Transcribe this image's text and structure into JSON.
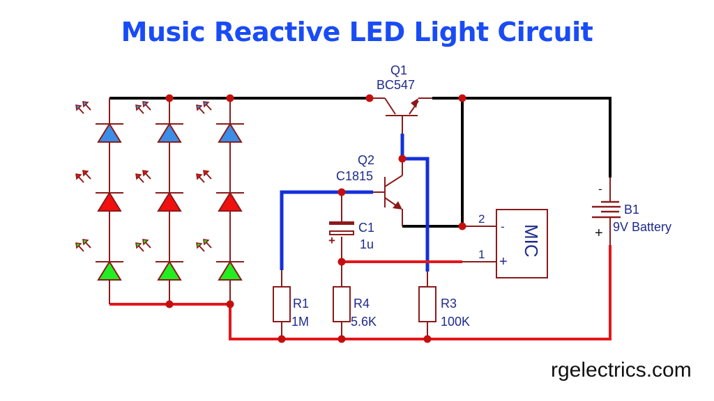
{
  "title": "Music Reactive LED Light Circuit",
  "watermark": "rgelectrics.com",
  "colors": {
    "title": "#1a4cf5",
    "label": "#1e2a8a",
    "component": "#8b1a1a",
    "wire_positive": "#e3161b",
    "wire_negative": "#000000",
    "wire_signal": "#1530d8",
    "junction": "#c40f0f",
    "led_blue": "#3a8ee8",
    "led_red": "#f01010",
    "led_green": "#22ee22"
  },
  "components": {
    "q1": {
      "ref": "Q1",
      "value": "BC547",
      "type": "PNP transistor"
    },
    "q2": {
      "ref": "Q2",
      "value": "C1815",
      "type": "NPN transistor"
    },
    "c1": {
      "ref": "C1",
      "value": "1u",
      "polarity": "+"
    },
    "r1": {
      "ref": "R1",
      "value": "1M"
    },
    "r4": {
      "ref": "R4",
      "value": "5.6K"
    },
    "r3": {
      "ref": "R3",
      "value": "100K"
    },
    "b1": {
      "ref": "B1",
      "value": "9V Battery",
      "neg": "-",
      "pos": "+"
    },
    "mic": {
      "label": "MIC",
      "pin2": "2",
      "pin1": "1",
      "pin2_sign": "-",
      "pin1_sign": "+"
    }
  },
  "led_array": {
    "columns": 3,
    "rows": [
      "blue",
      "red",
      "green"
    ]
  }
}
